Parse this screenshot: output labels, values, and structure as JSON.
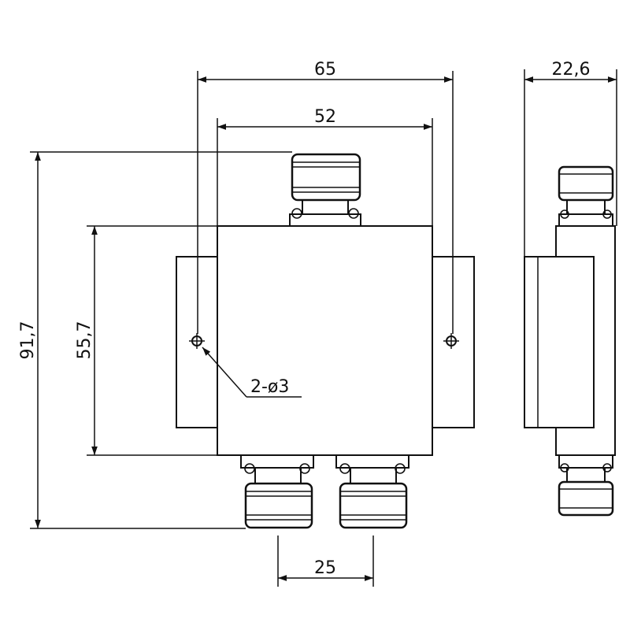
{
  "dimensions": {
    "overall_width": "65",
    "body_width": "52",
    "depth": "22,6",
    "overall_height": "91,7",
    "body_height": "55,7",
    "connector_pitch": "25",
    "mounting_holes": "2-ø3"
  },
  "colors": {
    "line": "#111111",
    "background": "#ffffff"
  }
}
